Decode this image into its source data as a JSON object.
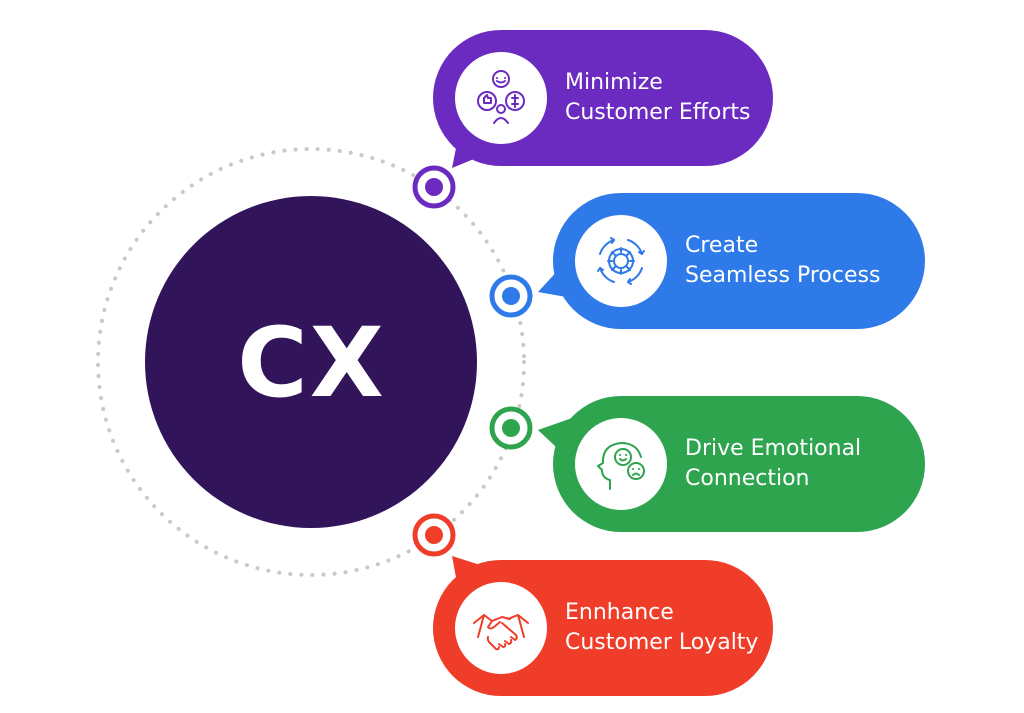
{
  "center": {
    "label": "CX",
    "color": "#32145a"
  },
  "items": [
    {
      "title": "Minimize\nCustomer Efforts",
      "color": "#6c2bc0",
      "icon": "customer-effort-icon"
    },
    {
      "title": "Create\nSeamless Process",
      "color": "#2f7ae9",
      "icon": "gear-cycle-icon"
    },
    {
      "title": "Drive Emotional\nConnection",
      "color": "#2ea44f",
      "icon": "emotion-head-icon"
    },
    {
      "title": "Ennhance\nCustomer Loyalty",
      "color": "#ef3d29",
      "icon": "handshake-icon"
    }
  ]
}
